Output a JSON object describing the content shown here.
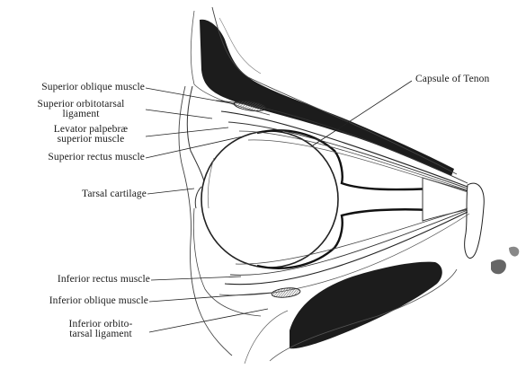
{
  "labels": {
    "superior_oblique": "Superior oblique muscle",
    "superior_orbitotarsal_line1": "Superior orbitotarsal",
    "superior_orbitotarsal_line2": "ligament",
    "levator_line1": "Levator palpebræ",
    "levator_line2": "superior muscle",
    "superior_rectus": "Superior rectus muscle",
    "tarsal_cartilage": "Tarsal cartilage",
    "inferior_rectus": "Inferior rectus muscle",
    "inferior_oblique": "Inferior oblique muscle",
    "inferior_orbitotarsal_line1": "Inferior orbito-",
    "inferior_orbitotarsal_line2": "tarsal ligament",
    "capsule_of_tenon": "Capsule of Tenon"
  }
}
